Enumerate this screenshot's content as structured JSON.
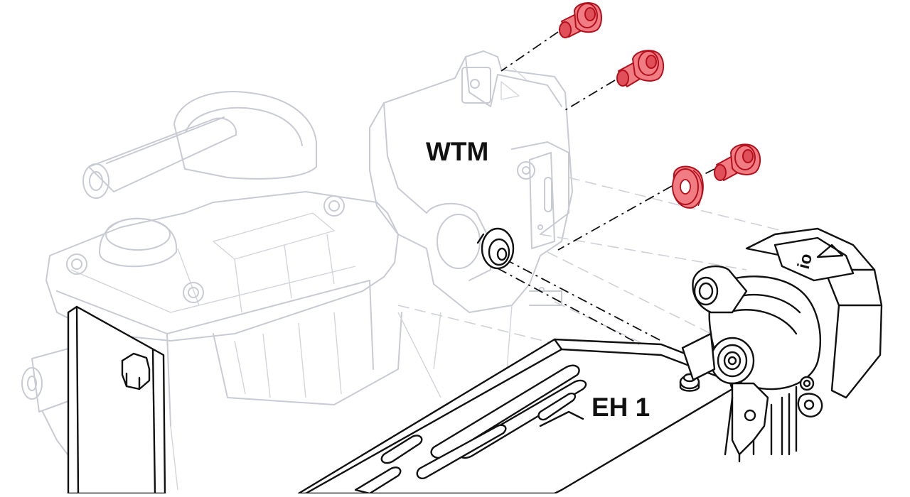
{
  "labels": {
    "module_a": "WTM",
    "module_b": "EH 1"
  },
  "colors": {
    "highlight_fill": "#f07d84",
    "highlight_stroke": "#b50f1c",
    "ghost_stroke": "#c9cbd4",
    "ink": "#111111"
  },
  "parts": {
    "highlighted_fasteners": [
      "screw",
      "screw",
      "washer",
      "screw"
    ]
  }
}
